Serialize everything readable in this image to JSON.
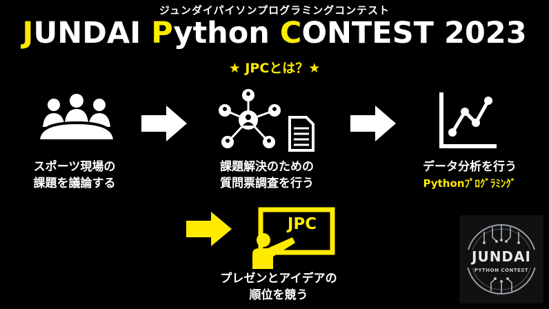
{
  "header": {
    "subtitle": "ジュンダイパイソンプログラミングコンテスト",
    "title_parts": [
      "J",
      "UNDAI ",
      "P",
      "ython ",
      "C",
      "ONTEST 2023"
    ],
    "about": "★ JPCとは？★"
  },
  "steps": [
    {
      "icon": "meeting-people-icon",
      "line1": "スポーツ現場の",
      "line2": "課題を議論する"
    },
    {
      "icon": "network-document-icon",
      "line1": "課題解決のための",
      "line2": "質問票調査を行う"
    },
    {
      "icon": "line-chart-icon",
      "line1": "データ分析を行う",
      "line2": "Pythonﾌﾟﾛｸﾞﾗﾐﾝｸﾞ"
    },
    {
      "icon": "presenter-board-icon",
      "line1": "プレゼンとアイデアの",
      "line2": "順位を競う",
      "board_text": "JPC"
    }
  ],
  "logo": {
    "main": "JUNDAI",
    "sub": "PYTHON CONTEST"
  },
  "colors": {
    "accent": "#ffeb00",
    "background": "#000000",
    "text": "#ffffff"
  }
}
